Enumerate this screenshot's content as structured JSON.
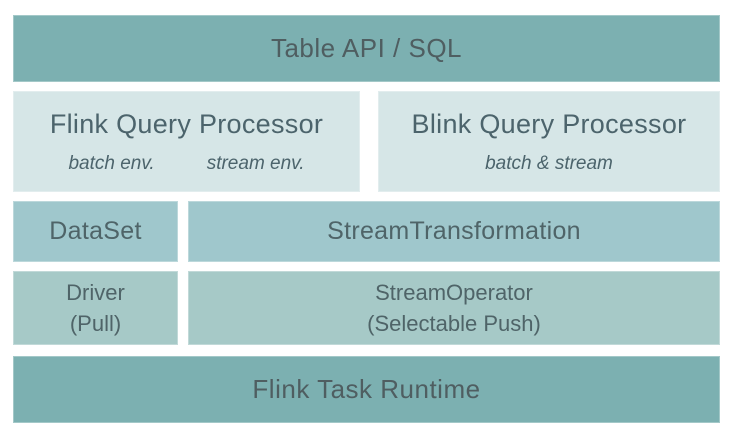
{
  "palette": {
    "background": "#ffffff",
    "bar-teal": "#7cb0b1",
    "box-light": "#d6e6e7",
    "box-medium-blue": "#9fc7cc",
    "box-medium-green": "#a6c9c7",
    "text-on-teal": "#4f5e61",
    "text-on-light": "#4c646c",
    "text-on-medium": "#4f6468"
  },
  "diagram": {
    "table_api_bar": {
      "label": "Table API / SQL"
    },
    "flink_processor": {
      "title": "Flink Query Processor",
      "sub_left": "batch env.",
      "sub_right": "stream env."
    },
    "blink_processor": {
      "title": "Blink Query Processor",
      "sub": "batch & stream"
    },
    "abstraction_layer": {
      "left": "DataSet",
      "right": "StreamTransformation"
    },
    "operator_layer": {
      "left_line1": "Driver",
      "left_line2": "(Pull)",
      "right_line1": "StreamOperator",
      "right_line2": "(Selectable Push)"
    },
    "runtime_bar": {
      "label": "Flink Task Runtime"
    }
  }
}
